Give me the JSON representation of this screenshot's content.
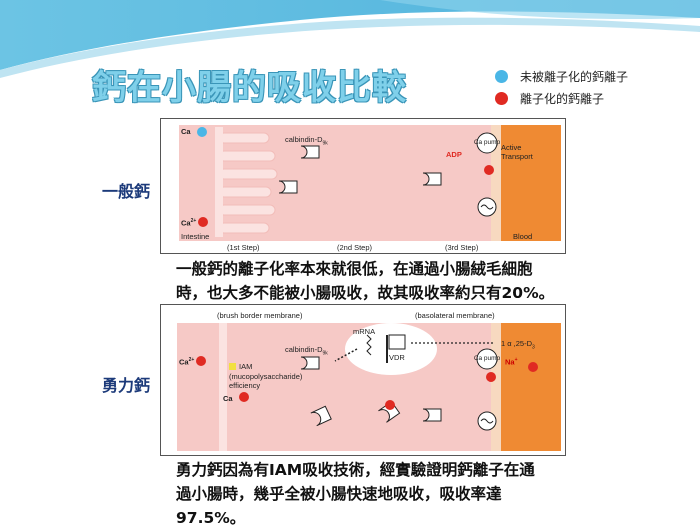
{
  "title": "鈣在小腸的吸收比較",
  "legend": {
    "items": [
      {
        "label": "未被離子化的鈣離子",
        "color": "#4ab6e6"
      },
      {
        "label": "離子化的鈣離子",
        "color": "#e02a22"
      }
    ]
  },
  "section1": {
    "label": "一般鈣",
    "desc_line1": "一般鈣的離子化率本來就很低，在通過小腸絨毛細胞",
    "desc_line2": "時，也大多不能被小腸吸收，故其吸收率約只有20%。",
    "diagram": {
      "ca": "Ca",
      "ca2plus": "Ca",
      "ca2sup": "2+",
      "intestine": "Intestine",
      "calbindin": "calbindin-D",
      "calbindin_sub": "9k",
      "adp": "ADP",
      "ca_pump": "Ca pump",
      "active_transport": "Active Transport",
      "blood": "Blood",
      "step1": "(1st Step)",
      "step2": "(2nd Step)",
      "step3": "(3rd Step)"
    }
  },
  "section2": {
    "label": "勇力鈣",
    "desc_line1": "勇力鈣因為有IAM吸收技術，經實驗證明鈣離子在通",
    "desc_line2": "過小腸時，幾乎全被小腸快速地吸收，吸收率達",
    "desc_line3": "97.5%。",
    "diagram": {
      "brush_border": "(brush border membrane)",
      "basolateral": "(basolateral membrane)",
      "ca2plus": "Ca",
      "ca2sup": "2+",
      "iam": "IAM",
      "iam_desc1": "(mucopolysaccharide)",
      "iam_desc2": "efficiency",
      "ca": "Ca",
      "calbindin": "calbindin-D",
      "calbindin_sub": "9k",
      "mrna": "mRNA",
      "vdr": "VDR",
      "vitd": "1 α ,25-D",
      "vitd_sub": "3",
      "ca_pump": "Ca pump",
      "na": "Na",
      "na_sup": "+"
    }
  }
}
